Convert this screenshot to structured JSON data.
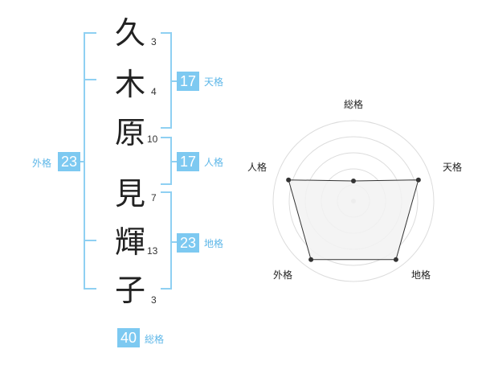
{
  "name_chars": [
    {
      "char": "久",
      "strokes": "3"
    },
    {
      "char": "木",
      "strokes": "4"
    },
    {
      "char": "原",
      "strokes": "10"
    },
    {
      "char": "見",
      "strokes": "7"
    },
    {
      "char": "輝",
      "strokes": "13"
    },
    {
      "char": "子",
      "strokes": "3"
    }
  ],
  "fortunes": {
    "tenkaku": {
      "value": "17",
      "label": "天格"
    },
    "jinkaku": {
      "value": "17",
      "label": "人格"
    },
    "chikaku": {
      "value": "23",
      "label": "地格"
    },
    "gaikaku": {
      "value": "23",
      "label": "外格"
    },
    "soukaku": {
      "value": "40",
      "label": "総格"
    }
  },
  "chart_data": {
    "type": "radar",
    "axes": [
      "総格",
      "天格",
      "地格",
      "外格",
      "人格"
    ],
    "values": [
      0.25,
      0.85,
      0.9,
      0.9,
      0.85
    ],
    "rings": 5,
    "colors": {
      "fill": "#f2f2f2",
      "stroke": "#333333",
      "grid": "#dcdcdc"
    }
  },
  "colors": {
    "accent": "#7dc9f1",
    "bracket": "#8fd0f2"
  }
}
